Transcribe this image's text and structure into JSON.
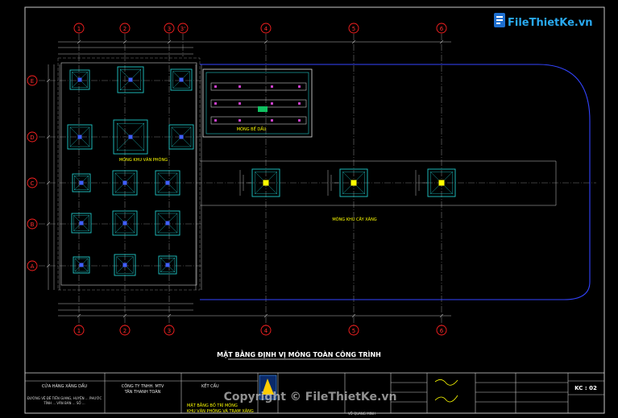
{
  "grid": {
    "column_labels": [
      "1",
      "2",
      "3",
      "3'",
      "4",
      "5",
      "6"
    ],
    "row_labels": [
      "E",
      "D",
      "C",
      "B",
      "A"
    ]
  },
  "watermark": {
    "brand": "FileThietKe.vn",
    "copyright": "Copyright © FileThietKe.vn"
  },
  "labels": {
    "tank_foundation": "MÓNG BỂ DẦU",
    "office_foundation": "MÓNG KHU VĂN PHÒNG",
    "canopy_foundation": "MÓNG KHU CÂY XĂNG"
  },
  "drawing_title": "MẶT BẰNG ĐỊNH VỊ MÓNG TOÀN CÔNG TRÌNH",
  "title_block": {
    "project": "CỬA HÀNG XĂNG DẦU",
    "project_note_1": "ĐƯỜNG VỆ ĐÊ TIỀN GIANG, HUYỆN ... PHƯỚC",
    "project_note_2": "TỈNH ... VĂN BẢN ... SỐ ...",
    "client": "CÔNG TY TNHH. MTV",
    "client_2": "TÂN THANH TOÀN",
    "section": "KẾT CẤU",
    "sheet_title_1": "MẶT BẰNG BỐ TRÍ MÓNG",
    "sheet_title_2": "KHU VĂN PHÒNG VÀ TRẠM XĂNG",
    "designer": "VÕ QUANG MINH",
    "sheet_no": "KC : 02"
  },
  "colors": {
    "background": "#000000",
    "grid_axis": "#8a8a8a",
    "bubble": "#ff2020",
    "footing": "#20c8c8",
    "column": "#4060ff",
    "boundary": "#3040ff",
    "tank": "#10c060",
    "label": "#ffff00",
    "title": "#ffffff"
  }
}
